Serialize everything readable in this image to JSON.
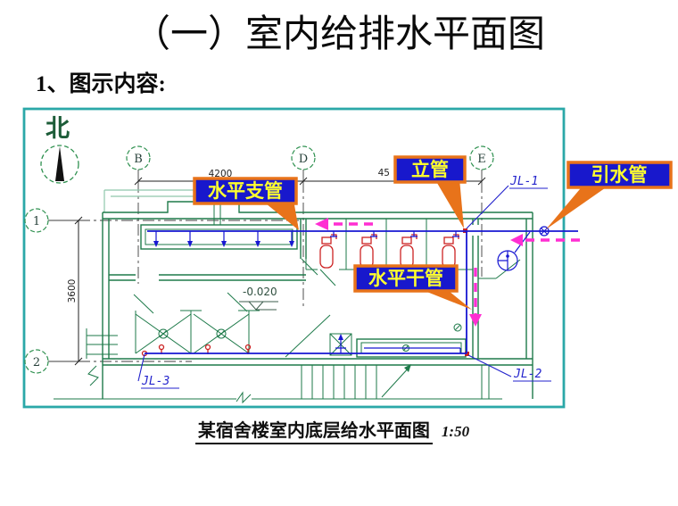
{
  "page": {
    "title": "（一）室内给排水平面图",
    "subtitle": "1、图示内容:",
    "caption": "某宿舍楼室内底层给水平面图",
    "caption_scale": "1:50"
  },
  "drawing": {
    "north_label": "北",
    "grid": {
      "top": [
        "B",
        "D",
        "E"
      ],
      "left": [
        "1",
        "2"
      ]
    },
    "dimensions": {
      "bay_bd": "4200",
      "bay_de": "45",
      "depth_12": "3600"
    },
    "elevation": "-0.020",
    "riser_labels": [
      "JL-1",
      "JL-2",
      "JL-3"
    ],
    "callouts": [
      {
        "label": "水平支管"
      },
      {
        "label": "立管"
      },
      {
        "label": "引水管"
      },
      {
        "label": "水平干管"
      }
    ],
    "colors": {
      "border_teal": "#2ba8a8",
      "wall_green": "#1e7a4a",
      "wall_light": "#8fc8ac",
      "pipe_blue": "#1717d2",
      "fixture_red": "#cc2222",
      "flow_magenta": "#ff2ed2",
      "callout_fill": "#1818cc",
      "callout_border": "#e8731a",
      "callout_text": "#ffff2e",
      "label_blue": "#2222cc",
      "dim_gray": "#3c3c3c",
      "compass_green": "#1c5c38"
    }
  }
}
